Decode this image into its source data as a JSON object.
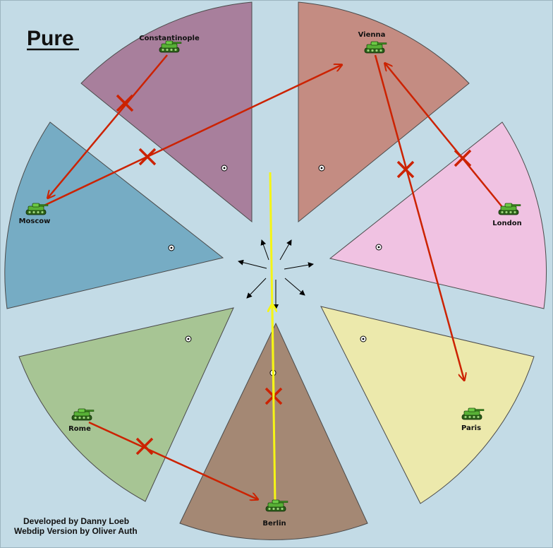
{
  "map": {
    "title": "Pure",
    "credits": [
      "Developed by Danny Loeb",
      "Webdip Version by Oliver Auth"
    ],
    "background": "#c3dbe6",
    "territories": [
      {
        "id": "constantinople",
        "name": "Constantinople",
        "color": "#a87f9c"
      },
      {
        "id": "vienna",
        "name": "Vienna",
        "color": "#c48c82"
      },
      {
        "id": "london",
        "name": "London",
        "color": "#f0c2e2"
      },
      {
        "id": "paris",
        "name": "Paris",
        "color": "#ece9ac"
      },
      {
        "id": "berlin",
        "name": "Berlin",
        "color": "#a48874"
      },
      {
        "id": "rome",
        "name": "Rome",
        "color": "#a7c594"
      },
      {
        "id": "moscow",
        "name": "Moscow",
        "color": "#76acc4"
      }
    ],
    "orders": [
      {
        "from": "Constantinople",
        "to": "Moscow",
        "status": "failed"
      },
      {
        "from": "Moscow",
        "to": "Vienna",
        "status": "failed"
      },
      {
        "from": "London",
        "to": "Vienna",
        "status": "failed"
      },
      {
        "from": "Vienna",
        "to": "Paris",
        "status": "failed"
      },
      {
        "from": "Rome",
        "to": "Berlin",
        "status": "failed"
      },
      {
        "from": "Berlin",
        "to": "Berlin",
        "status": "support hold",
        "color": "#f5f516"
      }
    ],
    "order_color": "#cc2200",
    "unit_icon": "tank-icon",
    "center_icon": "supply-center-icon"
  }
}
